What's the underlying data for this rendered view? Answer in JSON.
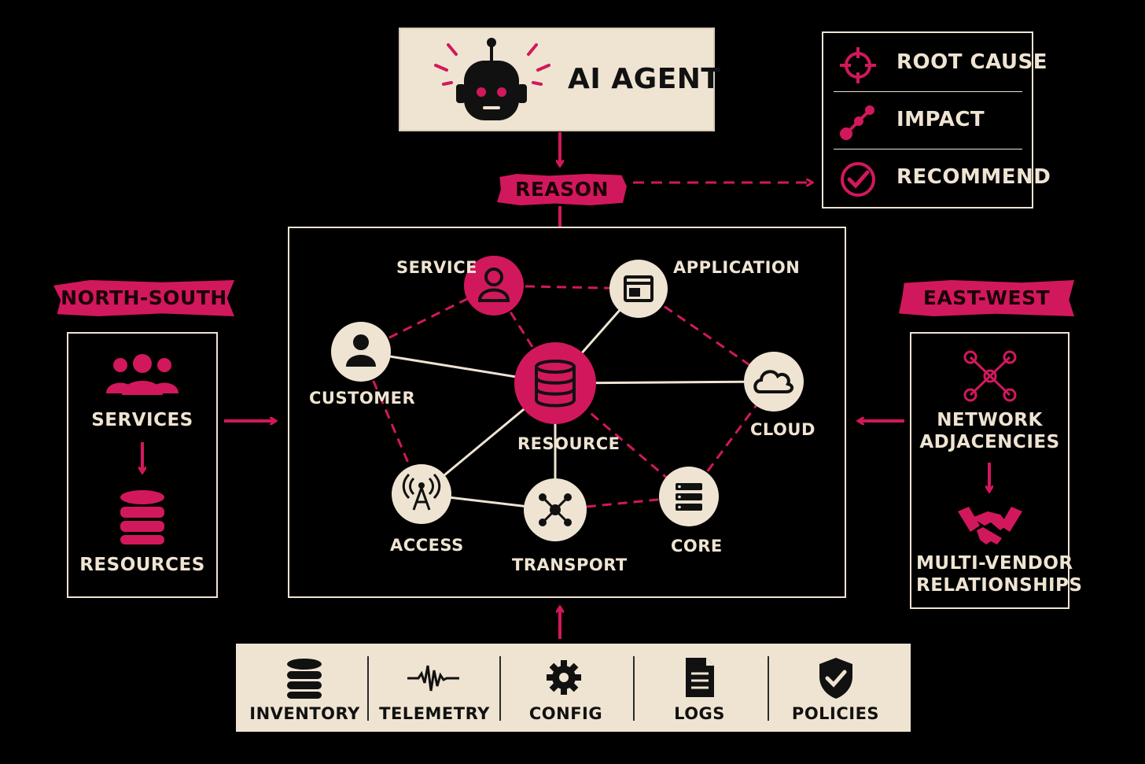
{
  "agent": {
    "title": "AI AGENT"
  },
  "outputs": [
    {
      "label": "ROOT CAUSE",
      "icon": "crosshair-icon"
    },
    {
      "label": "IMPACT",
      "icon": "path-nodes-icon"
    },
    {
      "label": "RECOMMEND",
      "icon": "check-circle-icon"
    }
  ],
  "reason": {
    "label": "REASON"
  },
  "north_south": {
    "tag": "NORTH-SOUTH",
    "top_label": "SERVICES",
    "top_icon": "users-group-icon",
    "bottom_label": "RESOURCES",
    "bottom_icon": "database-icon"
  },
  "east_west": {
    "tag": "EAST-WEST",
    "top_label_1": "NETWORK",
    "top_label_2": "ADJACENCIES",
    "top_icon": "network-hub-icon",
    "bottom_label_1": "MULTI-VENDOR",
    "bottom_label_2": "RELATIONSHIPS",
    "bottom_icon": "handshake-icon"
  },
  "graph": {
    "nodes": [
      {
        "label": "SERVICE",
        "icon": "user-icon"
      },
      {
        "label": "APPLICATION",
        "icon": "window-icon"
      },
      {
        "label": "CUSTOMER",
        "icon": "user-icon"
      },
      {
        "label": "RESOURCE",
        "icon": "database-icon"
      },
      {
        "label": "CLOUD",
        "icon": "cloud-icon"
      },
      {
        "label": "ACCESS",
        "icon": "antenna-tower-icon"
      },
      {
        "label": "TRANSPORT",
        "icon": "network-hub-icon"
      },
      {
        "label": "CORE",
        "icon": "server-icon"
      }
    ]
  },
  "sources": [
    {
      "label": "INVENTORY",
      "icon": "database-icon"
    },
    {
      "label": "TELEMETRY",
      "icon": "waveform-icon"
    },
    {
      "label": "CONFIG",
      "icon": "gear-icon"
    },
    {
      "label": "LOGS",
      "icon": "document-icon"
    },
    {
      "label": "POLICIES",
      "icon": "shield-check-icon"
    }
  ],
  "colors": {
    "accent": "#d2185c",
    "paper": "#efe4d2",
    "background": "#000000",
    "ink": "#111111"
  }
}
